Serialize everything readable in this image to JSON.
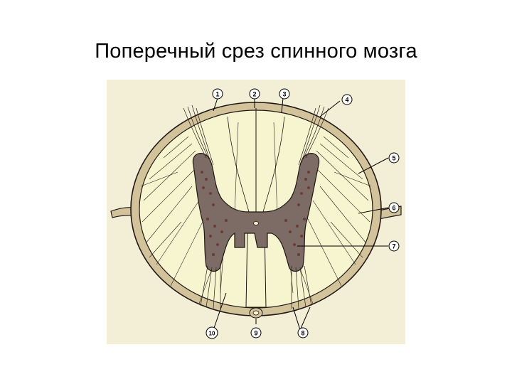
{
  "slide": {
    "title": "Поперечный срез спинного мозга"
  },
  "diagram": {
    "labels": [
      "1",
      "2",
      "3",
      "4",
      "5",
      "6",
      "7",
      "8",
      "9",
      "10"
    ],
    "colors": {
      "background": "#f3eed6",
      "pia_mater": "#d3c39b",
      "white_matter": "#f6f5cf",
      "gray_matter": "#7d6b65",
      "neuron_dots": "#6b3b35",
      "lines": "#1f1714"
    }
  }
}
